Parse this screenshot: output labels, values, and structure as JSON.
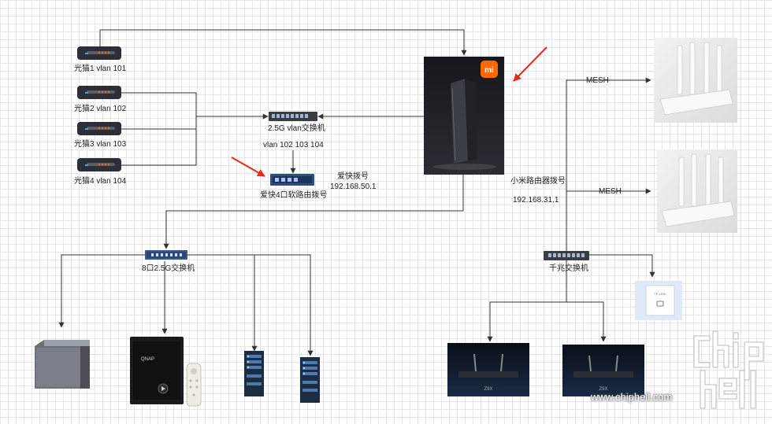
{
  "modems": [
    {
      "label": "光猫1  vlan 101"
    },
    {
      "label": "光猫2 vlan 102"
    },
    {
      "label": "光猫3 vlan 103"
    },
    {
      "label": "光猫4 vlan 104"
    }
  ],
  "vlan_switch": {
    "label": "2.5G vlan交换机",
    "vlans": "vlan 102 103 104"
  },
  "soft_router": {
    "label": "爱快4口软路由拨号",
    "dial_label": "爱快拨号",
    "ip": "192.168.50.1"
  },
  "xiaomi_router": {
    "brand": "mi",
    "dial_label": "小米路由器拨号",
    "ip": "192.168.31.1"
  },
  "mesh_links": [
    {
      "label": "MESH"
    },
    {
      "label": "MESH"
    }
  ],
  "switch_25g": {
    "label": "8口2.5G交换机"
  },
  "gigabit_switch": {
    "label": "千兆交换机"
  },
  "ap_panel": {
    "brand": "TP-LINK"
  },
  "tv_boxes": [
    {
      "brand": "Z9X"
    },
    {
      "brand": "Z9X"
    }
  ],
  "nas": {
    "brand": "QNAP"
  },
  "watermark": {
    "logo": "chip hell",
    "url": "www.chiphell.com"
  },
  "colors": {
    "line": "#333333",
    "arrow_red": "#e8281e",
    "mi_orange": "#ff6900",
    "switch_blue": "#3a5a8c"
  }
}
